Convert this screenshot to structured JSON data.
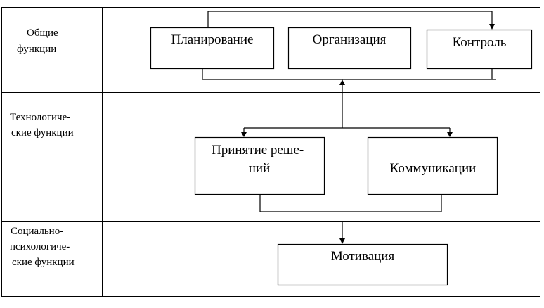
{
  "rows": [
    {
      "id": "general",
      "label_lines": [
        "Общие",
        "функции"
      ]
    },
    {
      "id": "technological",
      "label_lines": [
        "Технологиче-",
        "ские функции"
      ]
    },
    {
      "id": "socio-psychological",
      "label_lines": [
        "Социально-",
        "психологиче-",
        "ские функции"
      ]
    }
  ],
  "boxes": {
    "planning": {
      "lines": [
        "Планирование"
      ]
    },
    "organization": {
      "lines": [
        "Организация"
      ]
    },
    "control": {
      "lines": [
        "Контроль"
      ]
    },
    "decision_making": {
      "lines": [
        "Принятие реше-",
        "ний"
      ]
    },
    "communications": {
      "lines": [
        "Коммуникации"
      ]
    },
    "motivation": {
      "lines": [
        "Мотивация"
      ]
    }
  }
}
